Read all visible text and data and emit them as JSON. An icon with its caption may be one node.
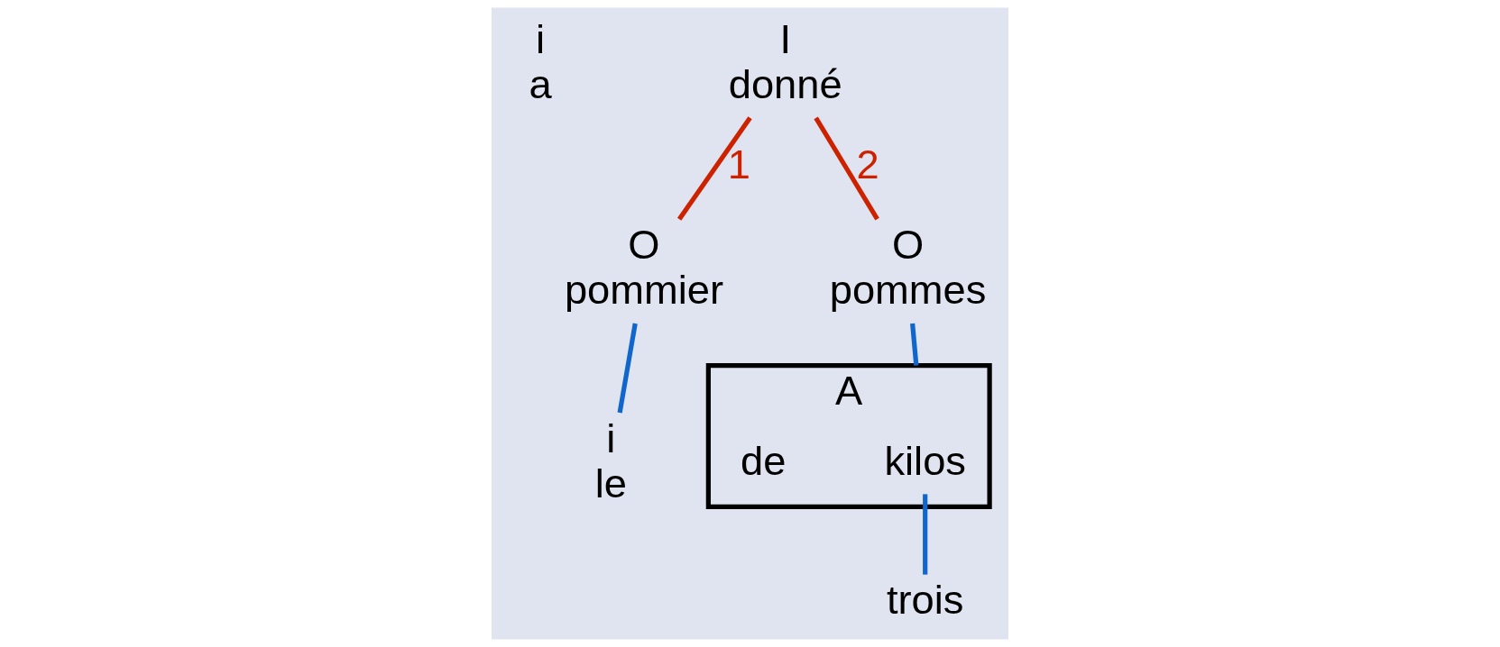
{
  "diagram": {
    "nodes": [
      {
        "text": [
          "i",
          "a"
        ]
      },
      {
        "text": [
          "I",
          "donné"
        ]
      },
      {
        "text": [
          "O",
          "pommier"
        ]
      },
      {
        "text": [
          "i",
          "le"
        ]
      },
      {
        "text": [
          "O",
          "pommes"
        ]
      },
      {
        "text": [
          "A"
        ]
      },
      {
        "text": [
          "kilos"
        ],
        "in": 5
      },
      {
        "text": [
          "de"
        ],
        "in": 5
      },
      {
        "text": [
          "trois"
        ]
      }
    ],
    "edges": [
      {
        "from": 1,
        "to": 2,
        "arrow": "none",
        "label": "1",
        "color": "#cc2200"
      },
      {
        "from": 1,
        "to": 4,
        "arrow": "none",
        "label": "2",
        "color": "#cc2200"
      },
      {
        "from": 2,
        "to": 3,
        "arrow": "none",
        "color": "#1166cc"
      },
      {
        "from": 4,
        "to": 5,
        "arrow": "none",
        "color": "#1166cc"
      },
      {
        "from": 6,
        "to": 8,
        "arrow": "none",
        "color": "#1166cc"
      }
    ]
  }
}
